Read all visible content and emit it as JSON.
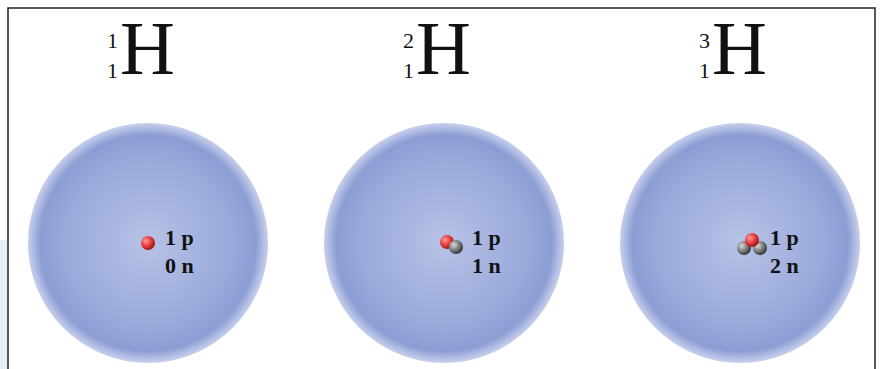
{
  "diagram": {
    "nodes": [
      {
        "text": [
          "1",
          "1",
          "H",
          "1 p",
          "0 n"
        ]
      },
      {
        "text": [
          "2",
          "1",
          "H",
          "1 p",
          "1 n"
        ]
      },
      {
        "text": [
          "3",
          "1",
          "H",
          "1 p",
          "2 n"
        ]
      }
    ]
  }
}
